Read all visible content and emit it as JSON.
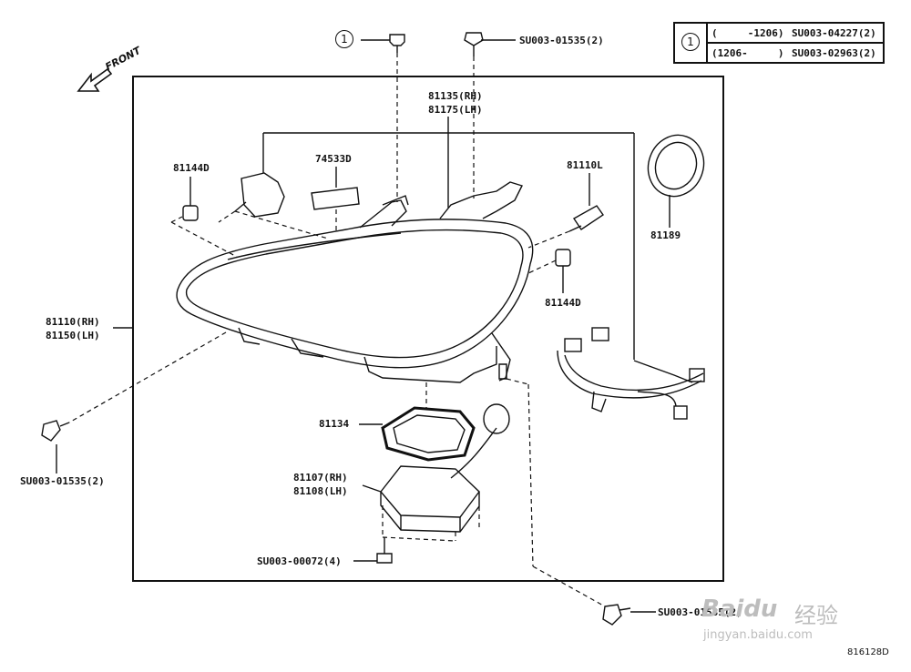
{
  "table": {
    "callout": "1",
    "rows": [
      {
        "range": "(     -1206)",
        "part": "SU003-04227(2)"
      },
      {
        "range": "(1206-     )",
        "part": "SU003-02963(2)"
      }
    ]
  },
  "front_label": "FRONT",
  "callout_ref": "1",
  "labels": {
    "bolt_top": "SU003-01535(2)",
    "p81135": "81135(RH)",
    "p81175": "81175(LH)",
    "p74533d": "74533D",
    "p81144d_left": "81144D",
    "p81110l": "81110L",
    "p81189": "81189",
    "p81144d_right": "81144D",
    "p81110_rh": "81110(RH)",
    "p81150_lh": "81150(LH)",
    "p81134": "81134",
    "p81107": "81107(RH)",
    "p81108": "81108(LH)",
    "bolt_left": "SU003-01535(2)",
    "bolt_bottom": "SU003-00072(4)",
    "bolt_right": "SU003-01535(2)",
    "drawing_no": "816128D"
  },
  "watermark": {
    "brand": "Baidu",
    "cn": "经验",
    "url": "jingyan.baidu.com"
  }
}
